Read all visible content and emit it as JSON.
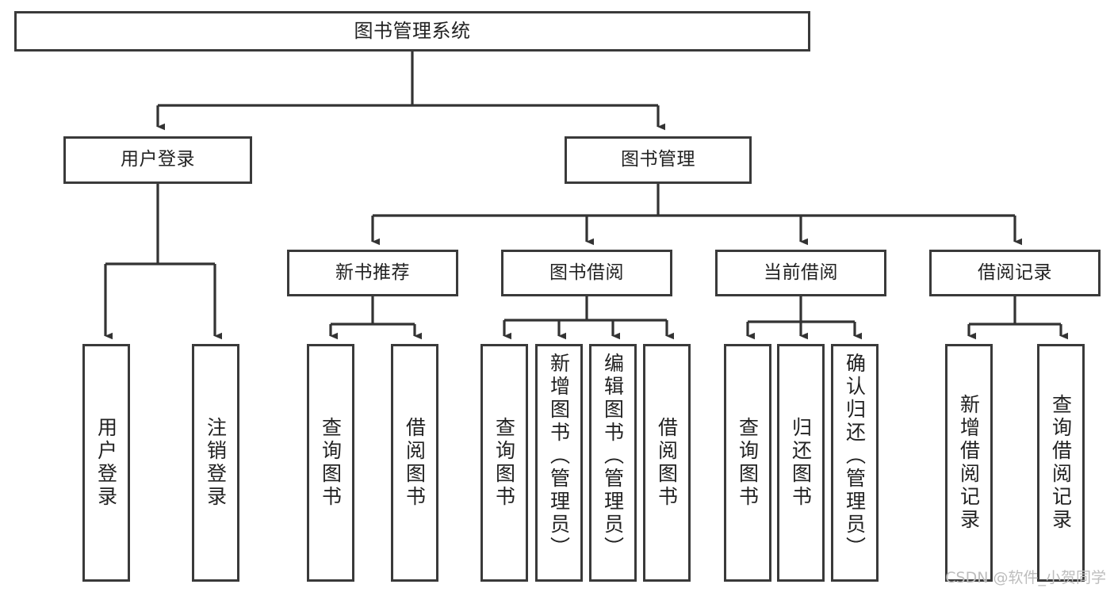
{
  "diagram": {
    "title": "图书管理系统",
    "type": "tree",
    "root": {
      "label": "图书管理系统",
      "orientation": "horizontal"
    },
    "tier2": [
      {
        "label": "用户登录",
        "orientation": "horizontal"
      },
      {
        "label": "图书管理",
        "orientation": "horizontal"
      }
    ],
    "tier3": [
      {
        "label": "新书推荐",
        "orientation": "horizontal",
        "parent": "图书管理"
      },
      {
        "label": "图书借阅",
        "orientation": "horizontal",
        "parent": "图书管理"
      },
      {
        "label": "当前借阅",
        "orientation": "horizontal",
        "parent": "图书管理"
      },
      {
        "label": "借阅记录",
        "orientation": "horizontal",
        "parent": "图书管理"
      }
    ],
    "leaves": [
      {
        "label": "用户登录",
        "orientation": "vertical",
        "parent": "用户登录"
      },
      {
        "label": "注销登录",
        "orientation": "vertical",
        "parent": "用户登录"
      },
      {
        "label": "查询图书",
        "orientation": "vertical",
        "parent": "新书推荐"
      },
      {
        "label": "借阅图书",
        "orientation": "vertical",
        "parent": "新书推荐"
      },
      {
        "label": "查询图书",
        "orientation": "vertical",
        "parent": "图书借阅"
      },
      {
        "label": "新增图书（管理员）",
        "orientation": "vertical",
        "parent": "图书借阅"
      },
      {
        "label": "编辑图书（管理员）",
        "orientation": "vertical",
        "parent": "图书借阅"
      },
      {
        "label": "借阅图书",
        "orientation": "vertical",
        "parent": "图书借阅"
      },
      {
        "label": "查询图书",
        "orientation": "vertical",
        "parent": "当前借阅"
      },
      {
        "label": "归还图书",
        "orientation": "vertical",
        "parent": "当前借阅"
      },
      {
        "label": "确认归还（管理员）",
        "orientation": "vertical",
        "parent": "当前借阅"
      },
      {
        "label": "新增借阅记录",
        "orientation": "vertical",
        "parent": "借阅记录"
      },
      {
        "label": "查询借阅记录",
        "orientation": "vertical",
        "parent": "借阅记录"
      }
    ]
  },
  "watermark": {
    "text": "CSDN @软件_小贺同学"
  },
  "colors": {
    "box_border": "#3a3a3a",
    "box_fill": "#ffffff",
    "connector": "#333333",
    "text": "#222222",
    "watermark": "#bdbdbd",
    "background": "#ffffff"
  }
}
